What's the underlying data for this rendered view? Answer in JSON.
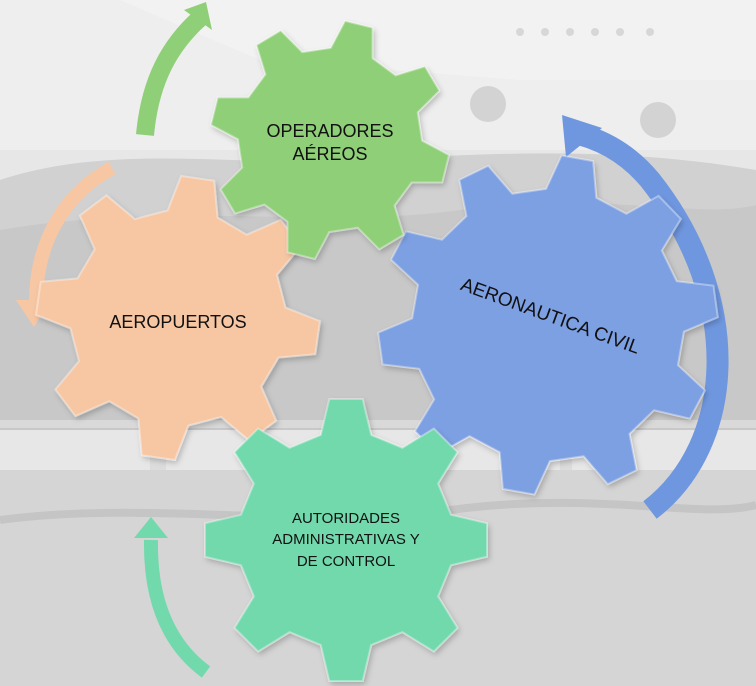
{
  "gears": {
    "operadores": {
      "line1": "OPERADORES",
      "line2": "AÉREOS",
      "color": "#8fcf78"
    },
    "aeropuertos": {
      "label": "AEROPUERTOS",
      "color": "#f7c7a4"
    },
    "aeronautica": {
      "label": "AERONAUTICA CIVIL",
      "color": "#7da0e3"
    },
    "autoridades": {
      "line1": "AUTORIDADES",
      "line2": "ADMINISTRATIVAS Y",
      "line3": "DE CONTROL",
      "color": "#72d9ad"
    }
  },
  "arrows": {
    "green": "#8fcf78",
    "peach": "#f7c7a4",
    "blue": "#6f97e0",
    "teal": "#72d9ad"
  },
  "background": {
    "base": "#e6e6e6",
    "hills": "#c9c9c9",
    "ground": "#d5d5d5",
    "plane": "#f2f2f2"
  }
}
